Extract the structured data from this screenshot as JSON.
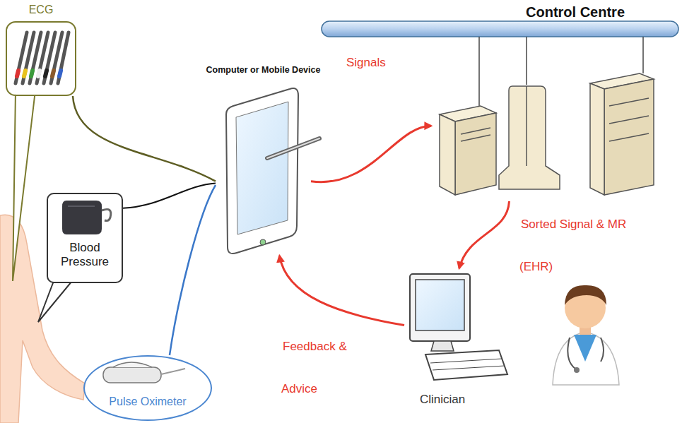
{
  "diagram": {
    "title": "Control Centre",
    "nodes": [
      {
        "text": [
          "ECG"
        ]
      },
      {
        "text": [
          "Blood Pressure"
        ]
      },
      {
        "text": [
          "Pulse Oximeter"
        ]
      },
      {
        "text": [
          "Computer or Mobile Device"
        ]
      },
      {
        "text": [
          "Control Centre"
        ]
      },
      {
        "text": [
          "Clinician"
        ]
      }
    ],
    "edges": [
      {
        "from": 0,
        "to": 3,
        "arrow": "none"
      },
      {
        "from": 1,
        "to": 3,
        "arrow": "none"
      },
      {
        "from": 2,
        "to": 3,
        "arrow": "none"
      },
      {
        "from": 3,
        "to": 4,
        "label": "Signals",
        "arrow": "to"
      },
      {
        "from": 4,
        "to": 5,
        "label": "Sorted Signal & MR (EHR)",
        "arrow": "to"
      },
      {
        "from": 5,
        "to": 3,
        "label": "Feedback & Advice",
        "arrow": "to"
      }
    ]
  }
}
